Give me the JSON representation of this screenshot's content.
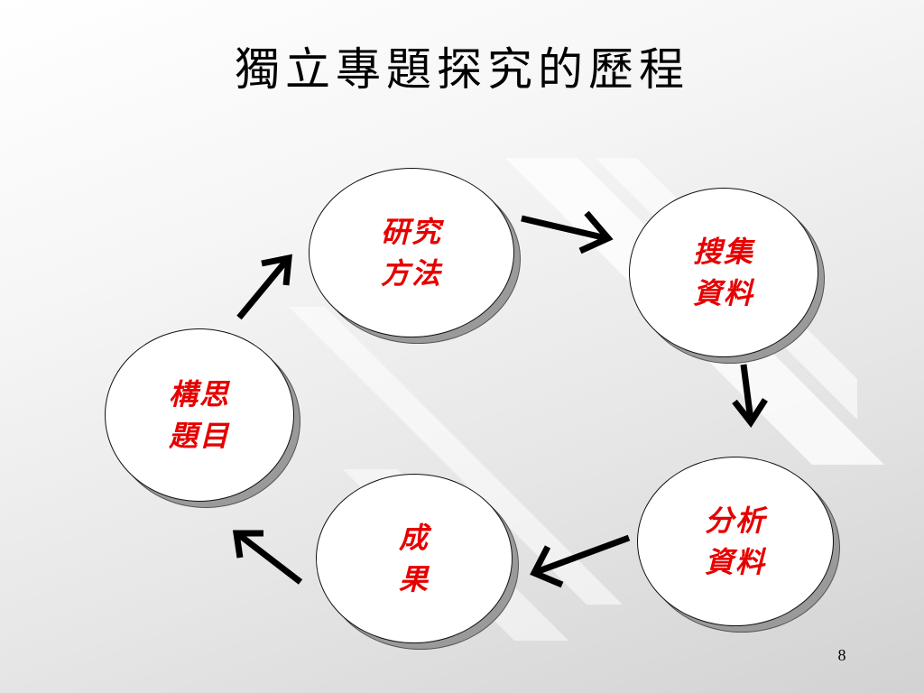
{
  "slide": {
    "title": "獨立專題探究的歷程",
    "page_number": "8"
  },
  "nodes": {
    "research_method": "研究\n方法",
    "collect_data": "搜集\n資料",
    "analyze_data": "分析\n資料",
    "results": "成\n果",
    "conceive_topic": "構思\n題目"
  },
  "colors": {
    "label": "#e60000",
    "arrow": "#000000",
    "node_fill": "#ffffff",
    "shadow": "#9a9a9a"
  }
}
